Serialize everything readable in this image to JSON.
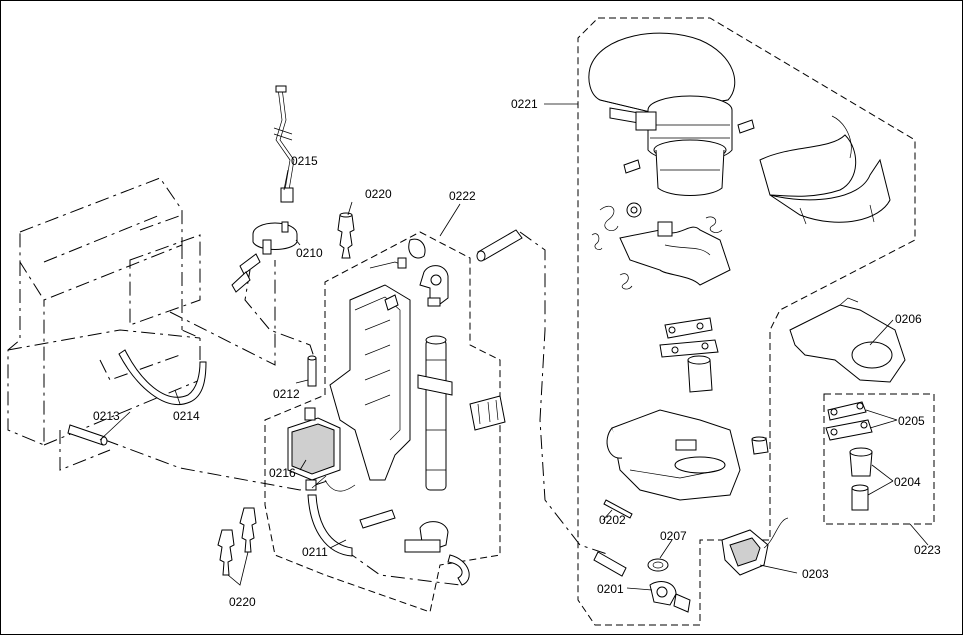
{
  "labels": {
    "l0201": "0201",
    "l0202": "0202",
    "l0203": "0203",
    "l0204": "0204",
    "l0205": "0205",
    "l0206": "0206",
    "l0207": "0207",
    "l0210": "0210",
    "l0211": "0211",
    "l0212": "0212",
    "l0213": "0213",
    "l0214": "0214",
    "l0215": "0215",
    "l0216": "0216",
    "l0220a": "0220",
    "l0220b": "0220",
    "l0221": "0221",
    "l0222": "0222",
    "l0223": "0223"
  }
}
